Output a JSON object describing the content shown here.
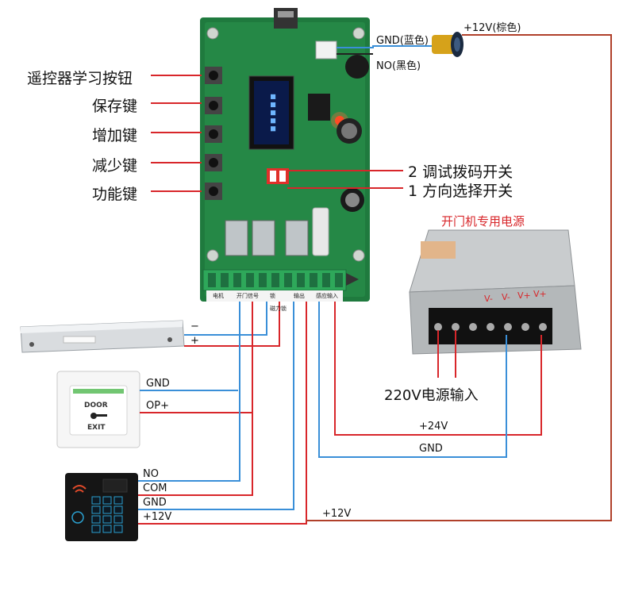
{
  "diagram": {
    "labels": {
      "learn_button": "遥控器学习按钮",
      "save_key": "保存键",
      "inc_key": "增加键",
      "dec_key": "减少键",
      "func_key": "功能键",
      "dip2": "2 调试拨码开关",
      "dip1": "1 方向选择开关",
      "psu_title": "开门机专用电源",
      "psu_input": "220V电源输入",
      "sensor_gnd": "GND(蓝色)",
      "sensor_no": "NO(黑色)",
      "sensor_12v": "+12V(棕色)",
      "psu_v_minus_1": "V-",
      "psu_v_minus_2": "V-",
      "psu_v_plus_1": "V+",
      "psu_v_plus_2": "V+",
      "lock_minus": "−",
      "lock_plus": "+",
      "exit_gnd": "GND",
      "exit_op": "OP+",
      "exit_word_top": "DOOR",
      "exit_word_bottom": "EXIT",
      "reader_no": "NO",
      "reader_com": "COM",
      "reader_gnd": "GND",
      "reader_12v": "+12V",
      "wire_24v": "+24V",
      "wire_gnd": "GND",
      "wire_12v": "+12V",
      "term_motor": "电机",
      "term_open": "开门信号",
      "term_lock": "锁",
      "term_out": "输出",
      "term_sensor": "感应输入",
      "lock_note": "磁力锁"
    },
    "colors": {
      "wire_red": "#d8262a",
      "wire_blue": "#3a8fd8",
      "wire_brown": "#b0402a",
      "pcb": "#1f7a3e",
      "terminal": "#2ea85a"
    }
  }
}
